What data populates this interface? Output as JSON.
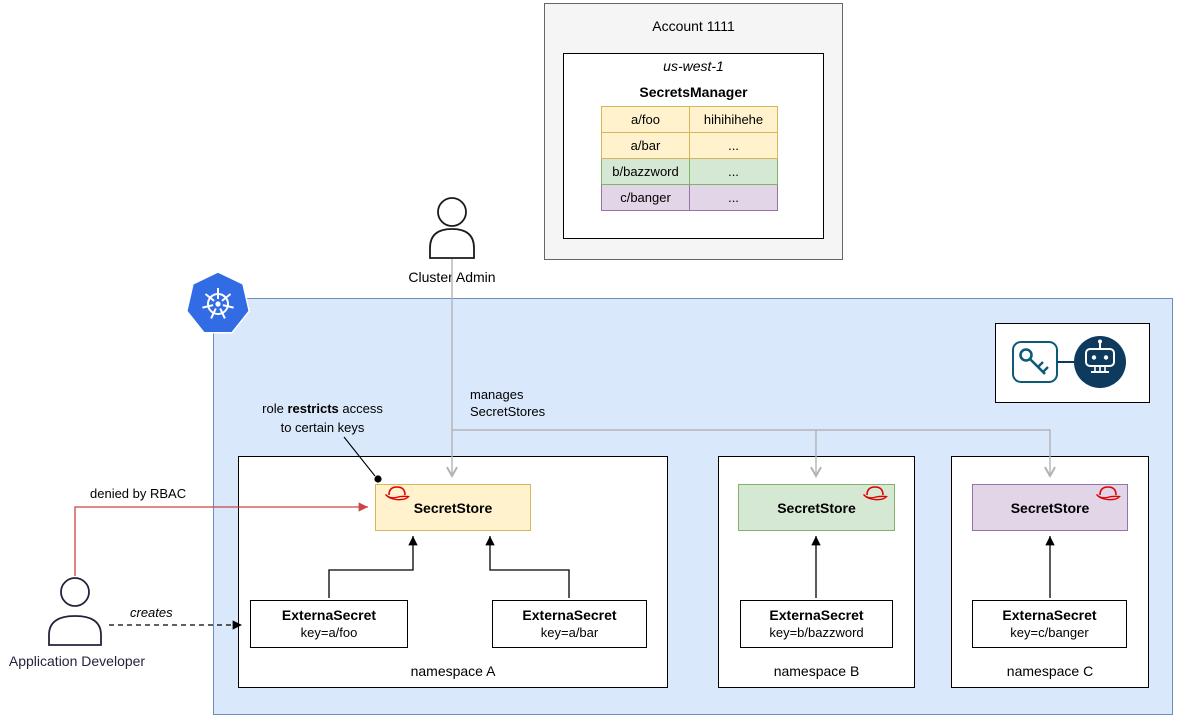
{
  "colors": {
    "cluster_fill": "#dae8fc",
    "cluster_border": "#6c8ebf",
    "yellow_fill": "#fff2cc",
    "yellow_border": "#d6b656",
    "green_fill": "#d5e8d4",
    "green_border": "#82b366",
    "purple_fill": "#e1d5e7",
    "purple_border": "#9673a6",
    "account_fill": "#f5f5f5",
    "kubernetes_blue": "#326ce5",
    "redhat_red": "#e00000",
    "denied_red": "#cc4444",
    "manage_arrow_gray": "#b3b3b3",
    "key_icon_color": "#0a5a78",
    "robot_icon_bg": "#0e3a5e"
  },
  "account": {
    "title": "Account 1111",
    "region": "us-west-1",
    "service": "SecretsManager",
    "secrets": [
      {
        "key": "a/foo",
        "value": "hihihihehe"
      },
      {
        "key": "a/bar",
        "value": "..."
      },
      {
        "key": "b/bazzword",
        "value": "..."
      },
      {
        "key": "c/banger",
        "value": "..."
      }
    ]
  },
  "actors": {
    "cluster_admin": "Cluster Admin",
    "application_developer": "Application Developer"
  },
  "edges": {
    "manages": "manages\nSecretStores",
    "denied": "denied by RBAC",
    "creates": "creates"
  },
  "annotation": {
    "role_prefix": "role ",
    "role_bold": "restricts",
    "role_suffix": " access",
    "role_line2": "to certain keys"
  },
  "namespaces": [
    {
      "label": "namespace A",
      "store": "SecretStore",
      "external_secrets": [
        {
          "title": "ExternaSecret",
          "key": "key=a/foo"
        },
        {
          "title": "ExternaSecret",
          "key": "key=a/bar"
        }
      ]
    },
    {
      "label": "namespace B",
      "store": "SecretStore",
      "external_secrets": [
        {
          "title": "ExternaSecret",
          "key": "key=b/bazzword"
        }
      ]
    },
    {
      "label": "namespace C",
      "store": "SecretStore",
      "external_secrets": [
        {
          "title": "ExternaSecret",
          "key": "key=c/banger"
        }
      ]
    }
  ]
}
